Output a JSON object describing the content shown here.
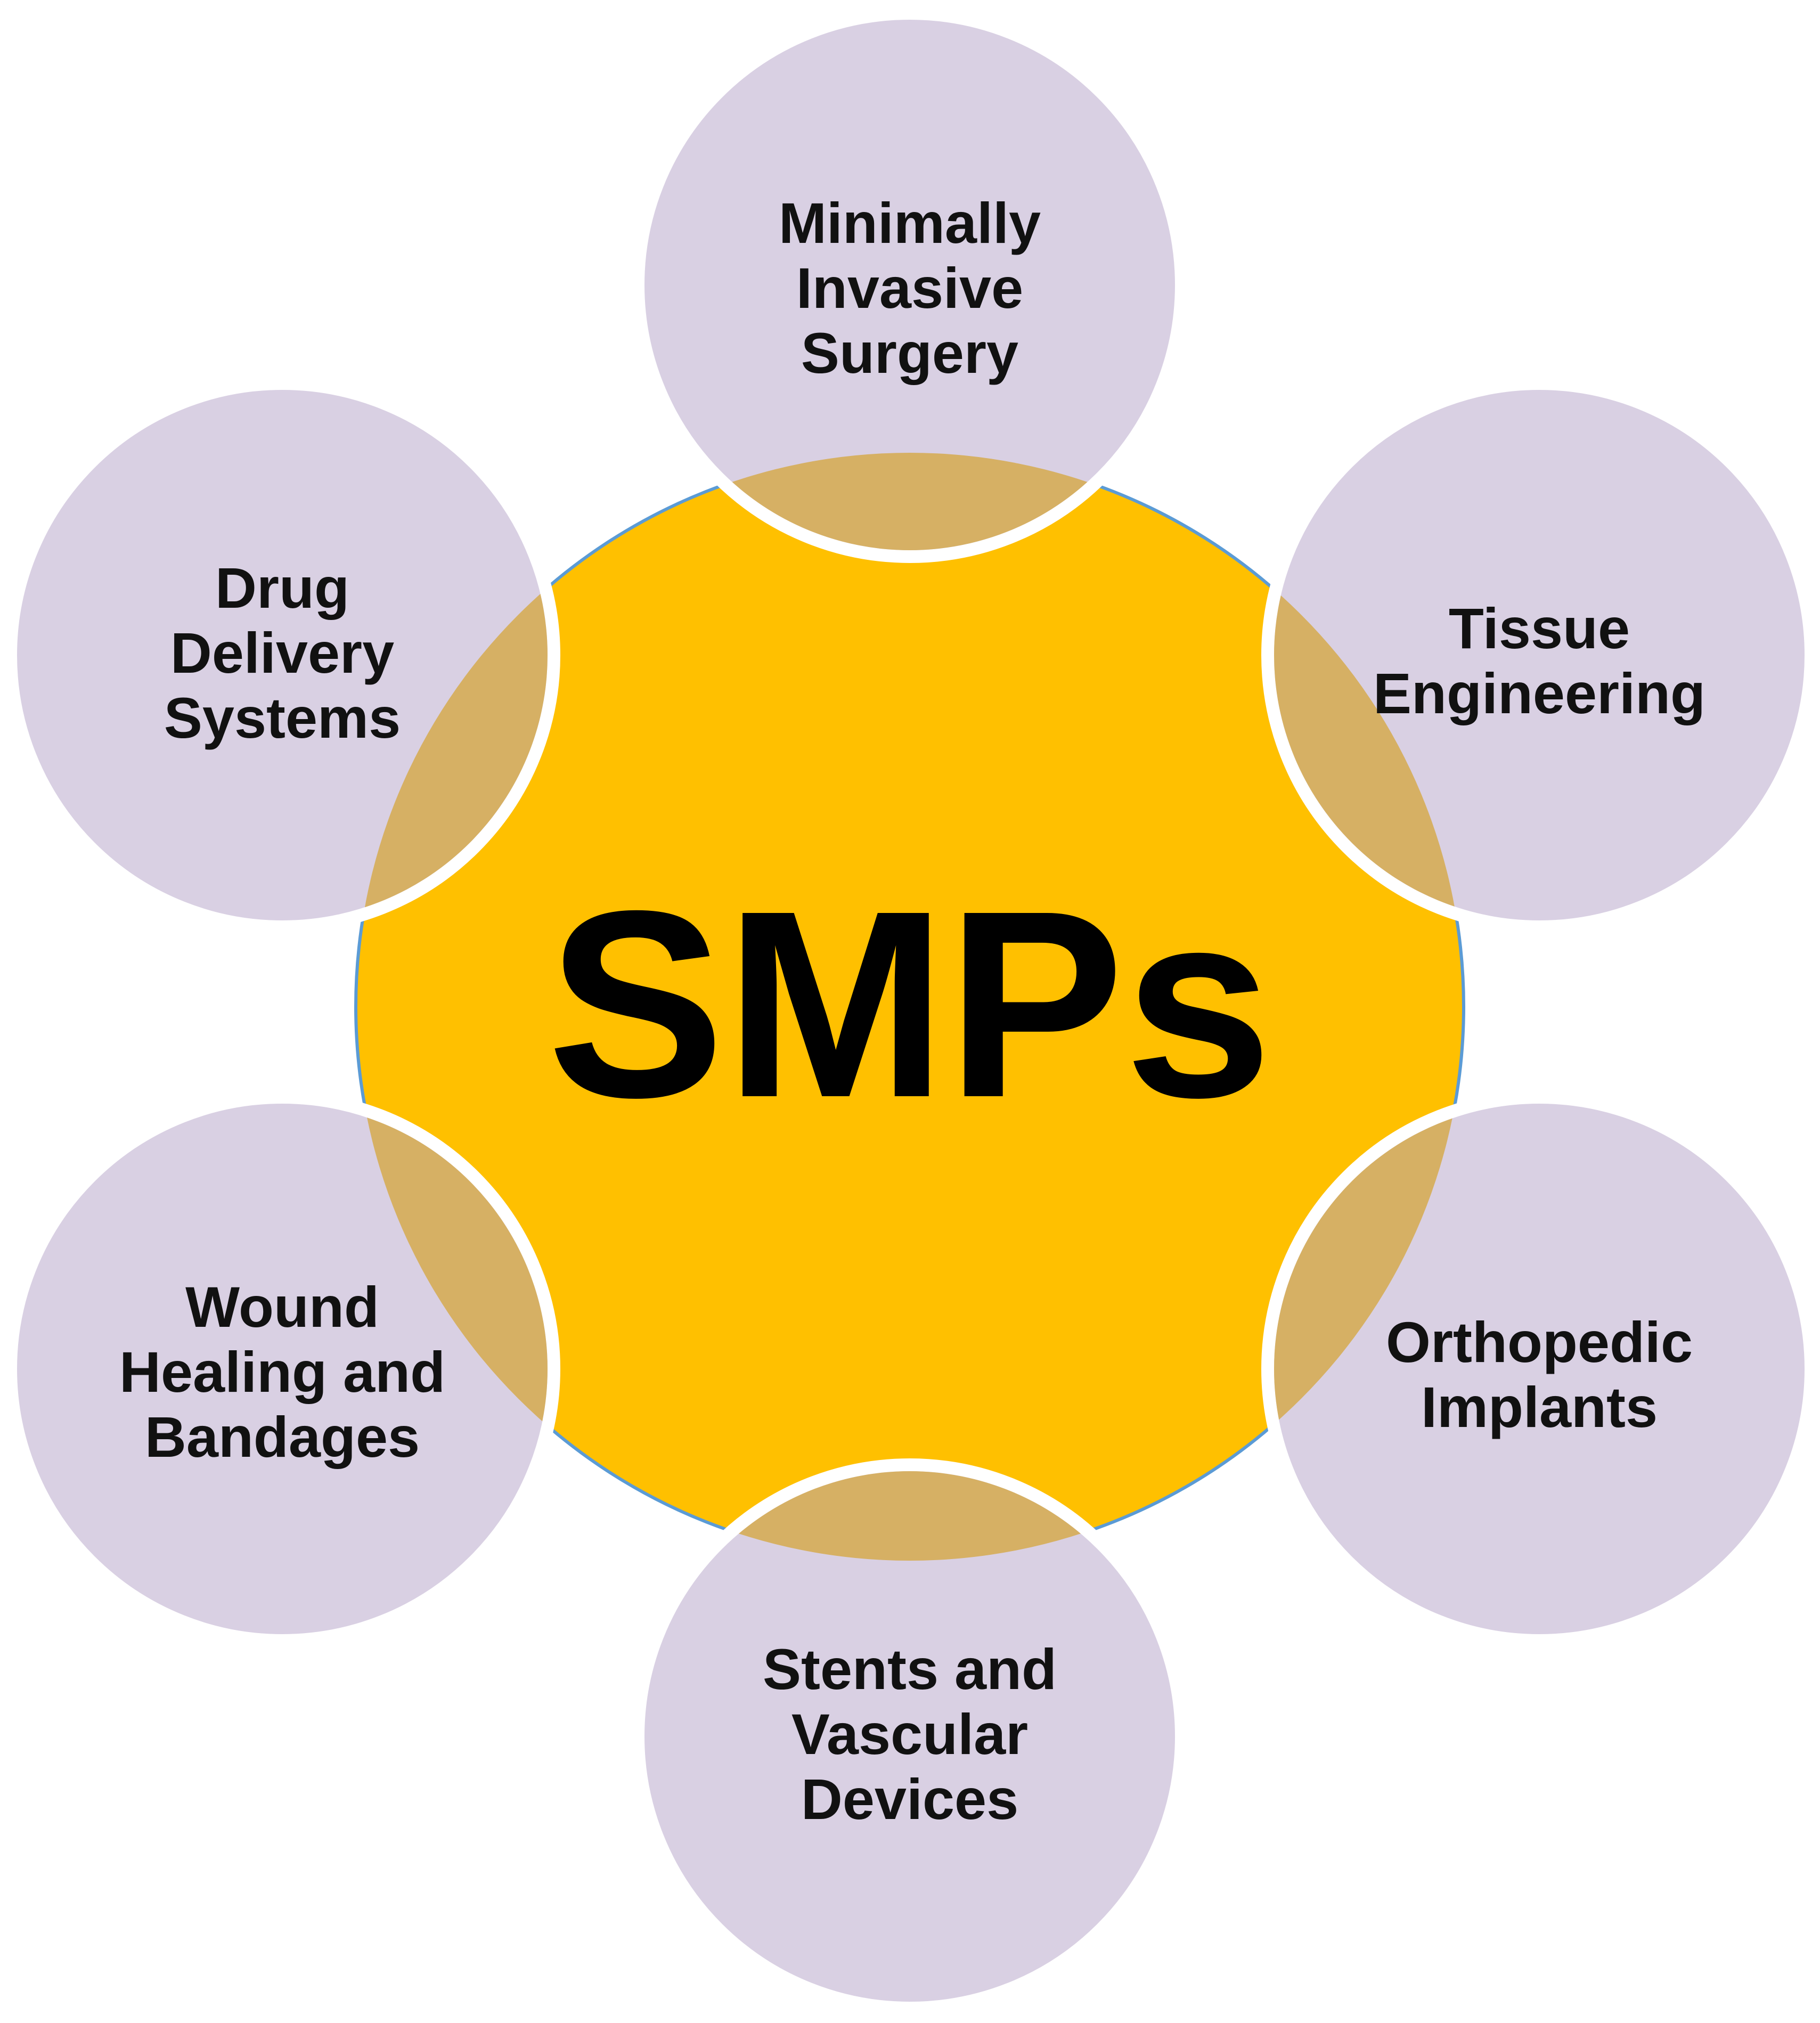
{
  "colors": {
    "center_fill": "#FFC000",
    "center_outline": "#5B9BD5",
    "satellite_fill": "#D9D0E3",
    "overlap_fill": "#D6B064",
    "satellite_border": "#FFFFFF",
    "text": "#111111"
  },
  "center": {
    "label": "SMPs"
  },
  "satellites": [
    {
      "id": "minimally-invasive-surgery",
      "lines": [
        "Minimally",
        "Invasive",
        "Surgery"
      ]
    },
    {
      "id": "tissue-engineering",
      "lines": [
        "Tissue",
        "Engineering"
      ]
    },
    {
      "id": "orthopedic-implants",
      "lines": [
        "Orthopedic",
        "Implants"
      ]
    },
    {
      "id": "stents-and-vascular-devices",
      "lines": [
        "Stents and",
        "Vascular",
        "Devices"
      ]
    },
    {
      "id": "wound-healing-and-bandages",
      "lines": [
        "Wound",
        "Healing and",
        "Bandages"
      ]
    },
    {
      "id": "drug-delivery-systems",
      "lines": [
        "Drug",
        "Delivery",
        "Systems"
      ]
    }
  ]
}
